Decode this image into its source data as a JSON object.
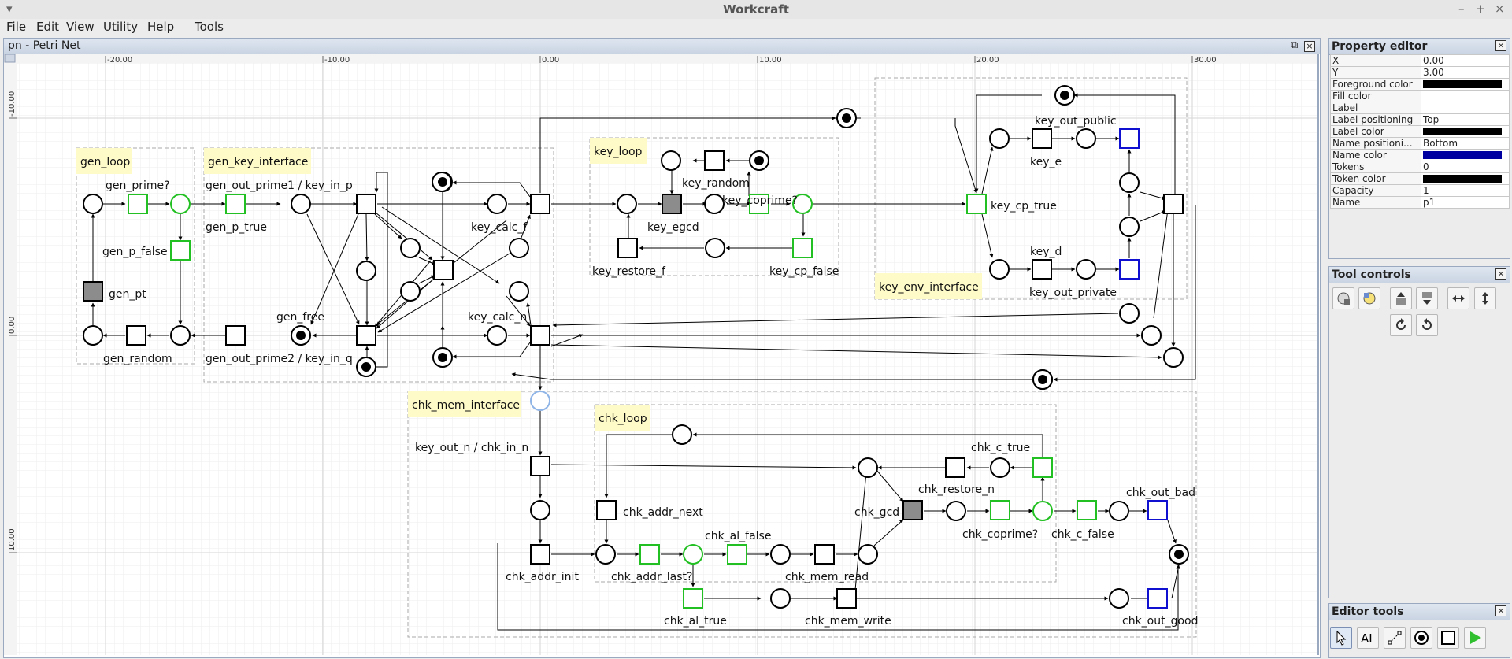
{
  "app": {
    "title": "Workcraft"
  },
  "menu": [
    "File",
    "Edit",
    "View",
    "Utility",
    "Help",
    "Tools"
  ],
  "editor": {
    "title": "pn - Petri Net",
    "ruler_x": [
      "-20.00",
      "-10.00",
      "0.00",
      "10.00",
      "20.00",
      "30.00"
    ],
    "ruler_y": [
      "-10.00",
      "0.00",
      "10.00"
    ],
    "groups": [
      "gen_loop",
      "gen_key_interface",
      "key_loop",
      "key_env_interface",
      "chk_mem_interface",
      "chk_loop"
    ],
    "labels": {
      "gen_prime": "gen_prime?",
      "gen_p_false": "gen_p_false",
      "gen_pt": "gen_pt",
      "gen_random": "gen_random",
      "gen_out_prime1": "gen_out_prime1 / key_in_p",
      "gen_p_true": "gen_p_true",
      "gen_free": "gen_free",
      "gen_out_prime2": "gen_out_prime2 / key_in_q",
      "key_calc_f": "key_calc_f",
      "key_calc_n": "key_calc_n",
      "key_random": "key_random",
      "key_egcd": "key_egcd",
      "key_coprime": "key_coprime?",
      "key_restore_f": "key_restore_f",
      "key_cp_false": "key_cp_false",
      "key_cp_true": "key_cp_true",
      "key_out_public": "key_out_public",
      "key_e": "key_e",
      "key_d": "key_d",
      "key_out_private": "key_out_private",
      "key_out_n": "key_out_n / chk_in_n",
      "chk_addr_init": "chk_addr_init",
      "chk_addr_next": "chk_addr_next",
      "chk_addr_last": "chk_addr_last?",
      "chk_al_false": "chk_al_false",
      "chk_al_true": "chk_al_true",
      "chk_mem_read": "chk_mem_read",
      "chk_mem_write": "chk_mem_write",
      "chk_gcd": "chk_gcd",
      "chk_restore_n": "chk_restore_n",
      "chk_c_true": "chk_c_true",
      "chk_coprime": "chk_coprime?",
      "chk_c_false": "chk_c_false",
      "chk_out_bad": "chk_out_bad",
      "chk_out_good": "chk_out_good"
    }
  },
  "property_editor": {
    "title": "Property editor",
    "rows": [
      {
        "key": "X",
        "value": "0.00"
      },
      {
        "key": "Y",
        "value": "3.00"
      },
      {
        "key": "Foreground color",
        "value": "",
        "color": "#000000"
      },
      {
        "key": "Fill color",
        "value": ""
      },
      {
        "key": "Label",
        "value": ""
      },
      {
        "key": "Label positioning",
        "value": "Top"
      },
      {
        "key": "Label color",
        "value": "",
        "color": "#000000"
      },
      {
        "key": "Name positioni...",
        "value": "Bottom"
      },
      {
        "key": "Name color",
        "value": "",
        "color": "#0000a0"
      },
      {
        "key": "Tokens",
        "value": "0"
      },
      {
        "key": "Token color",
        "value": "",
        "color": "#000000"
      },
      {
        "key": "Capacity",
        "value": "1"
      },
      {
        "key": "Name",
        "value": "p1"
      }
    ]
  },
  "tool_controls": {
    "title": "Tool controls"
  },
  "editor_tools": {
    "title": "Editor tools"
  },
  "colors": {
    "transition_green": "#22c022",
    "transition_blue": "#1010d0",
    "group_label_bg": "#fffbc8"
  }
}
